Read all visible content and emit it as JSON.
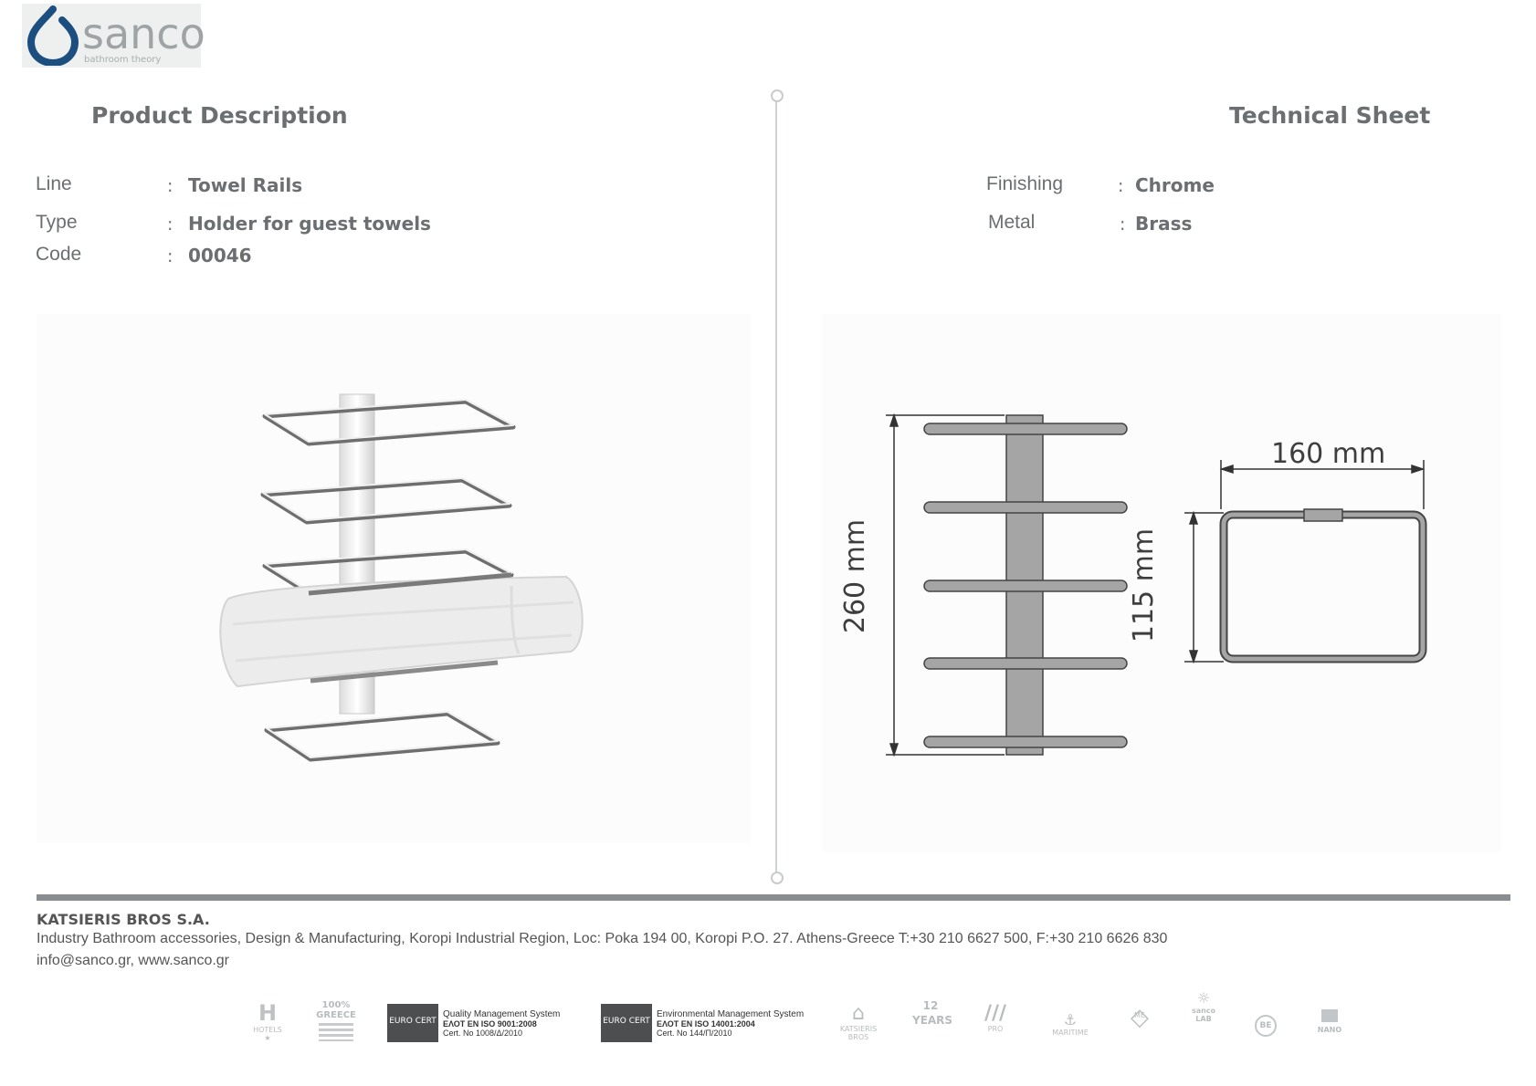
{
  "brand": {
    "name": "sanco",
    "tagline": "bathroom theory"
  },
  "headings": {
    "left": "Product Description",
    "right": "Technical Sheet"
  },
  "description": [
    {
      "label": "Line",
      "value": "Towel Rails"
    },
    {
      "label": "Type",
      "value": "Holder for guest towels"
    },
    {
      "label": "Code",
      "value": "00046"
    }
  ],
  "technical": [
    {
      "label": "Finishing",
      "value": "Chrome"
    },
    {
      "label": "Metal",
      "value": "Brass"
    }
  ],
  "separator": ":",
  "dimensions": {
    "height": "260 mm",
    "width": "160 mm",
    "depth": "115 mm"
  },
  "footer": {
    "company": "KATSIERIS BROS S.A.",
    "address": "Industry Bathroom accessories, Design & Manufacturing, Koropi Industrial Region, Loc: Poka 194 00, Koropi P.O. 27. Athens-Greece   T:+30 210 6627 500, F:+30 210 6626 830",
    "contact": "info@sanco.gr, www.sanco.gr"
  },
  "certs": [
    {
      "badge": "EURO CERT",
      "line1": "Quality Management System",
      "line2": "ΕΛΟΤ EN ISO 9001:2008",
      "line3": "Cert. No 1008/Δ/2010"
    },
    {
      "badge": "EURO CERT",
      "line1": "Environmental Management System",
      "line2": "ΕΛΟΤ EN ISO 14001:2004",
      "line3": "Cert. No 144/Π/2010"
    }
  ],
  "badges": {
    "hotels": "HOTELS",
    "greece": "100% GREECE",
    "katsieris": "KATSIERIS BROS",
    "years": "12 YEARS",
    "pro": "PRO",
    "maritime": "MARITIME",
    "me": "ME",
    "lab": "sanco LAB",
    "be": "BE",
    "nano": "NANO"
  }
}
